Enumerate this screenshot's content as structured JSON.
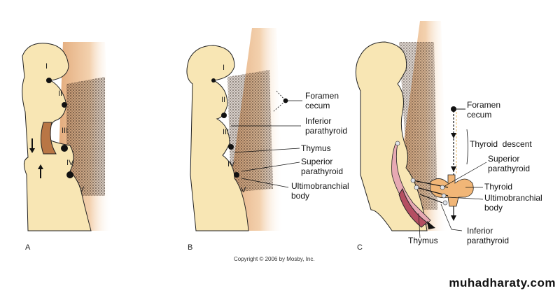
{
  "panels": {
    "a": "A",
    "b": "B",
    "c": "C"
  },
  "arches": [
    "I",
    "II",
    "III",
    "IV",
    "V"
  ],
  "panel_b_labels": {
    "foramen_cecum": [
      "Foramen",
      "cecum"
    ],
    "inferior_parathyroid": [
      "Inferior",
      "parathyroid"
    ],
    "thymus": "Thymus",
    "superior_parathyroid": [
      "Superior",
      "parathyroid"
    ],
    "ultimobranchial_body": [
      "Ultimobranchial",
      "body"
    ]
  },
  "panel_c_labels": {
    "foramen_cecum": [
      "Foramen",
      "cecum"
    ],
    "thyroid_descent": "Thyroid  descent",
    "superior_parathyroid": [
      "Superior",
      "parathyroid"
    ],
    "thyroid": "Thyroid",
    "ultimobranchial_body": [
      "Ultimobranchial",
      "body"
    ],
    "inferior_parathyroid": [
      "Inferior",
      "parathyroid"
    ],
    "thymus": "Thymus"
  },
  "copyright": "Copyright © 2006 by Mosby, Inc.",
  "watermark": "muhadharaty.com",
  "colors": {
    "tissue": "#f8e6b4",
    "shade": "#e9b784",
    "stipple": "#3a2a1e",
    "thymus": "#b44f62",
    "thyroid": "#f1b677"
  }
}
